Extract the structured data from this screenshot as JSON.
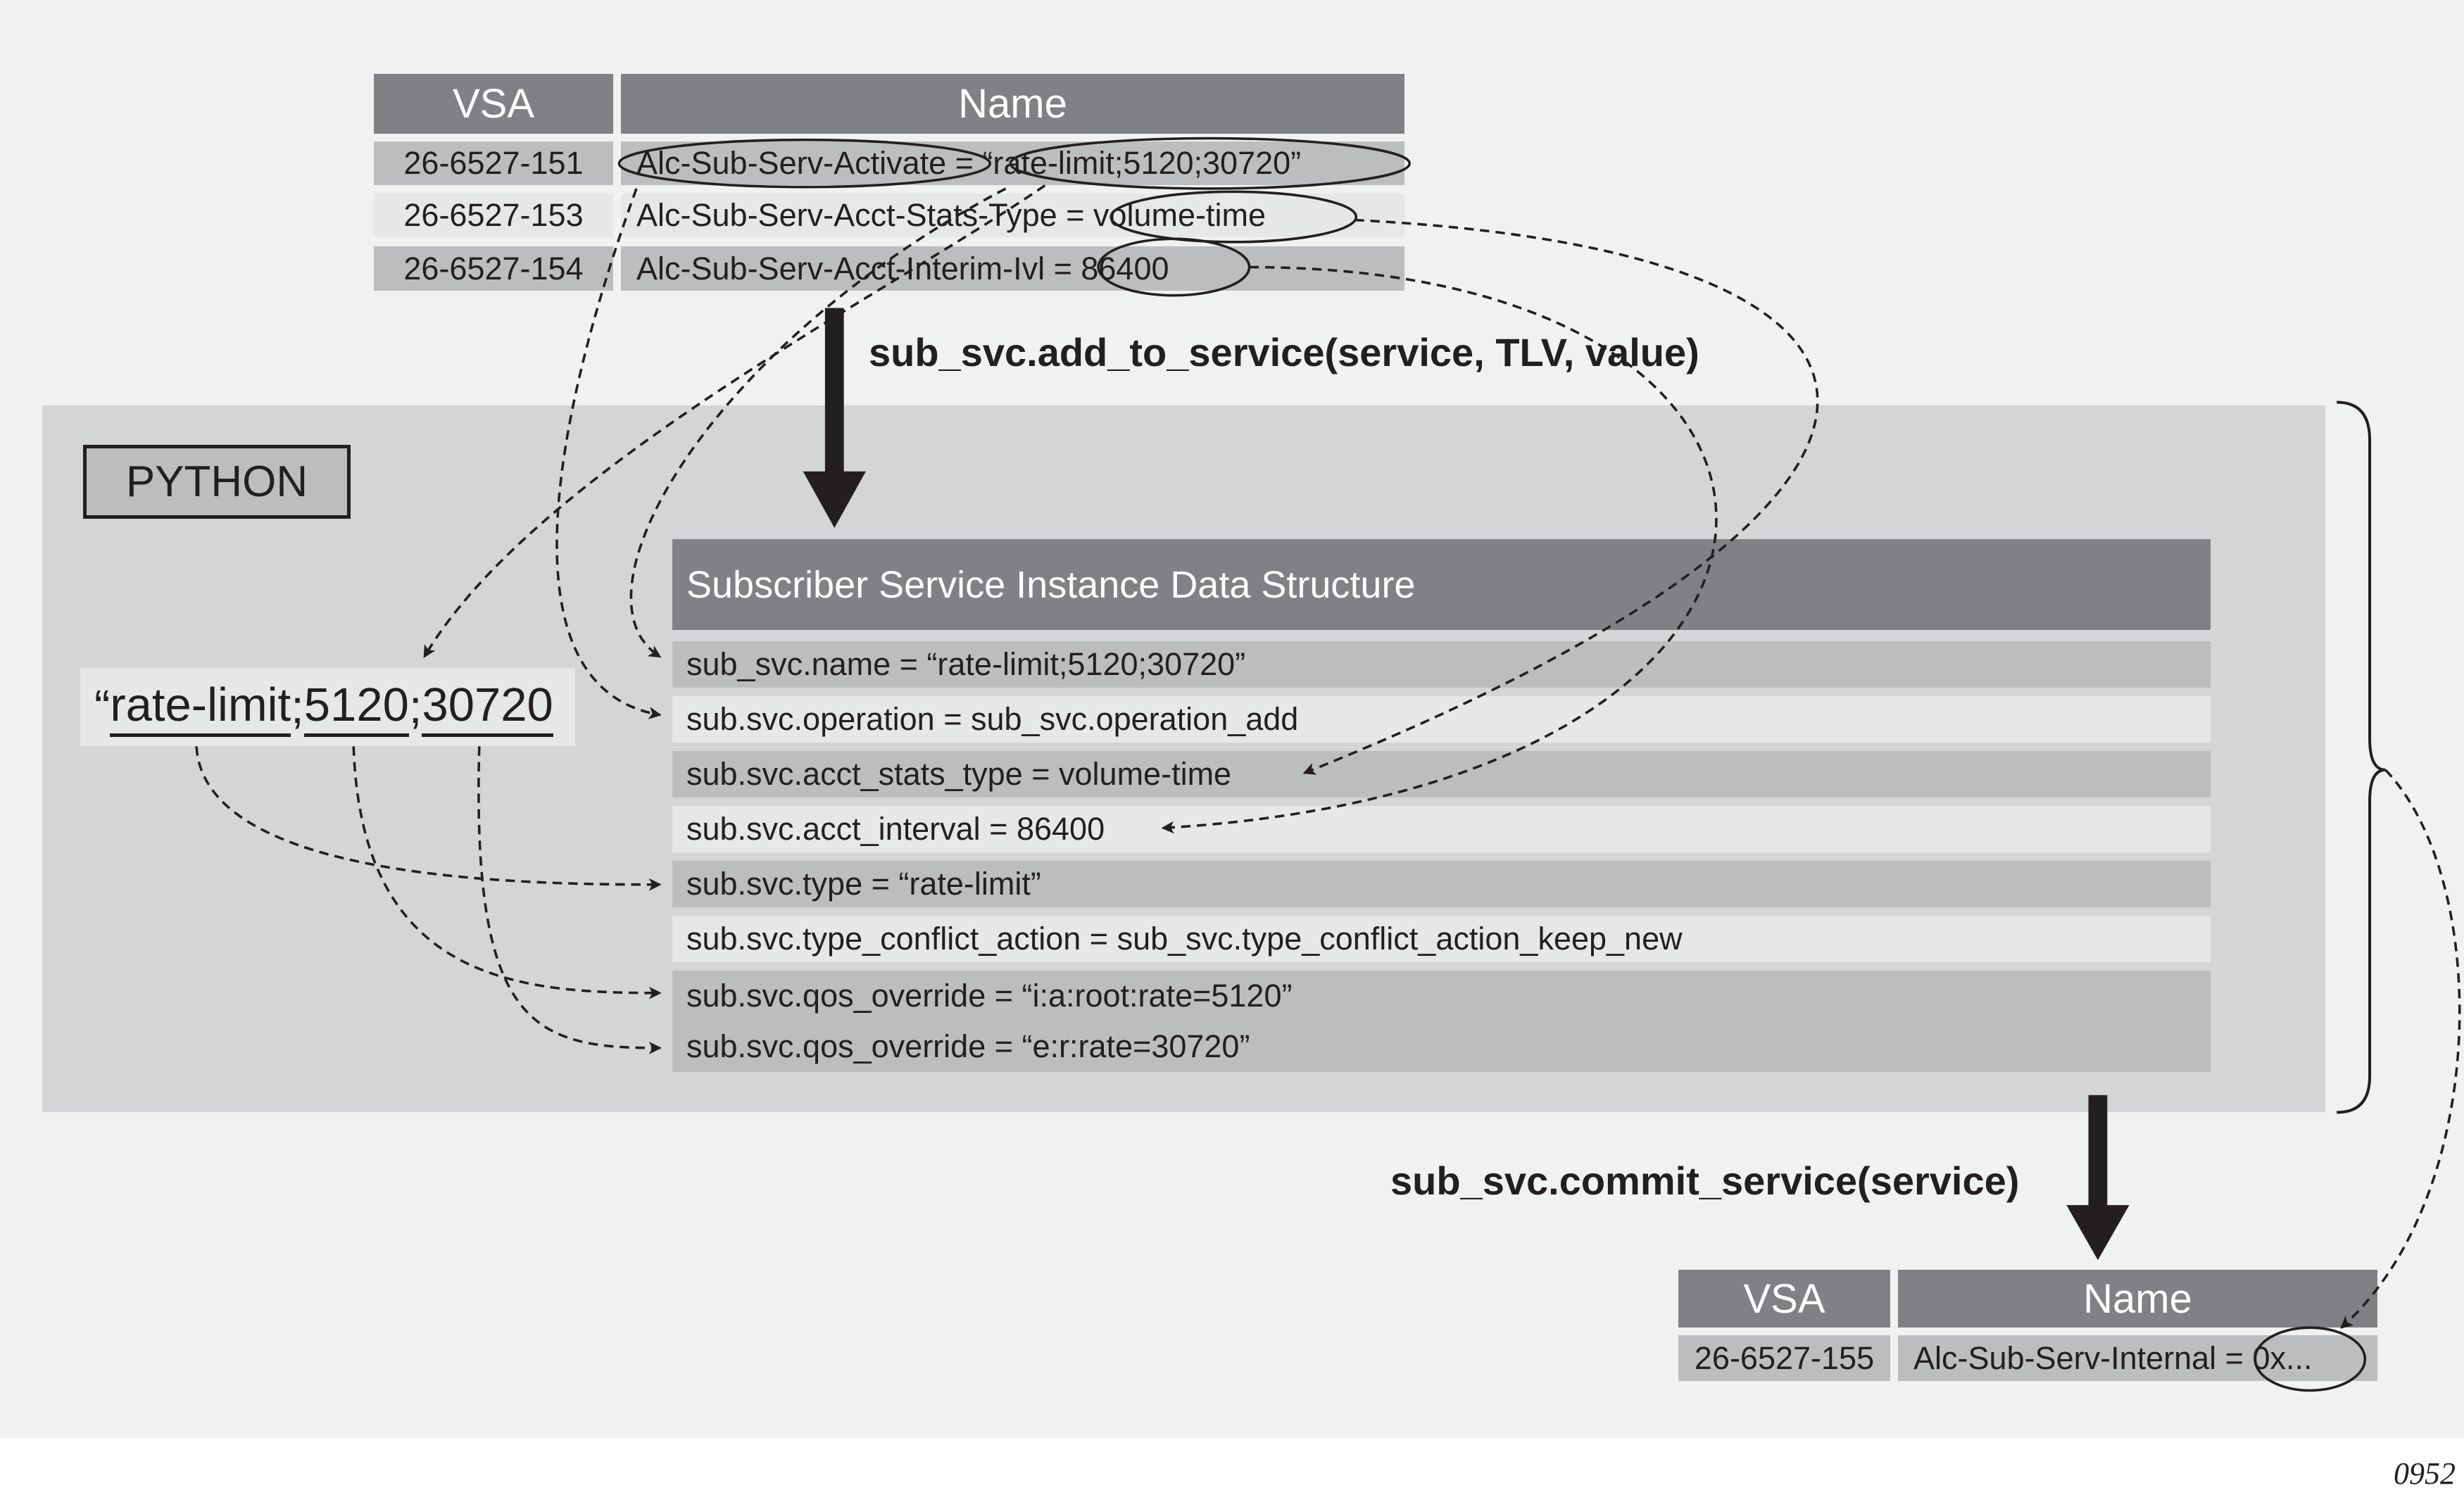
{
  "top_table": {
    "headers": [
      "VSA",
      "Name"
    ],
    "rows": [
      {
        "vsa": "26-6527-151",
        "name": "Alc-Sub-Serv-Activate = “rate-limit;5120;30720”"
      },
      {
        "vsa": "26-6527-153",
        "name": "Alc-Sub-Serv-Acct-Stats-Type = volume-time"
      },
      {
        "vsa": "26-6527-154",
        "name": "Alc-Sub-Serv-Acct-Interim-Ivl = 86400"
      }
    ]
  },
  "add_call": "sub_svc.add_to_service(service, TLV, value)",
  "python_label": "PYTHON",
  "string_parts": {
    "quote": "“",
    "p1": "rate-limit",
    ";1": ";",
    "p2": "5120",
    "sep2": ";",
    "p3": "30720"
  },
  "struct": {
    "title": "Subscriber Service Instance Data Structure",
    "rows": [
      "sub_svc.name = “rate-limit;5120;30720”",
      "sub.svc.operation = sub_svc.operation_add",
      "sub.svc.acct_stats_type = volume-time",
      "sub.svc.acct_interval = 86400",
      "sub.svc.type = “rate-limit”",
      "sub.svc.type_conflict_action = sub_svc.type_conflict_action_keep_new",
      "sub.svc.qos_override = “i:a:root:rate=5120”",
      "sub.svc.qos_override = “e:r:rate=30720”"
    ]
  },
  "commit_call": "sub_svc.commit_service(service)",
  "bottom_table": {
    "headers": [
      "VSA",
      "Name"
    ],
    "rows": [
      {
        "vsa": "26-6527-155",
        "name": "Alc-Sub-Serv-Internal = 0x..."
      }
    ]
  },
  "figure_id": "0952"
}
